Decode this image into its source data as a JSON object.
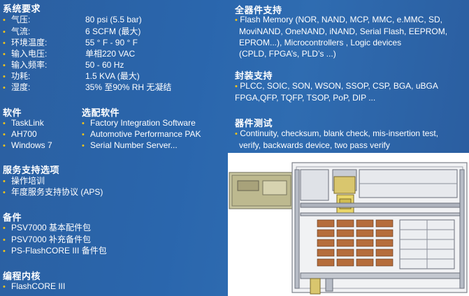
{
  "system": {
    "heading": "系统要求",
    "rows": [
      {
        "label": "气压:",
        "value": "80 psi (5.5 bar)"
      },
      {
        "label": "气流:",
        "value": "6 SCFM (最大)"
      },
      {
        "label": "环境温度:",
        "value": "55 ° F - 90 ° F"
      },
      {
        "label": "输入电压:",
        "value": "单相220 VAC"
      },
      {
        "label": "输入频率:",
        "value": "50 - 60 Hz"
      },
      {
        "label": "功耗:",
        "value": "1.5 KVA (最大)"
      },
      {
        "label": "湿度:",
        "value": "35% 至90% RH 无凝结"
      }
    ]
  },
  "software": {
    "heading": "软件",
    "items": [
      "TaskLink",
      "AH700",
      "Windows 7"
    ]
  },
  "optional_software": {
    "heading": "选配软件",
    "items": [
      "Factory Integration Software",
      "Automotive Performance PAK",
      "Serial Number Server..."
    ]
  },
  "service": {
    "heading": "服务支持选项",
    "items": [
      "操作培训",
      "年度服务支持协议 (APS)"
    ]
  },
  "spares": {
    "heading": "备件",
    "items": [
      "PSV7000 基本配件包",
      "PSV7000 补充备件包",
      "PS-FlashCORE III 备件包"
    ]
  },
  "programming_core": {
    "heading": "编程内核",
    "items": [
      "FlashCORE III"
    ]
  },
  "devices": {
    "heading": "全器件支持",
    "lines": [
      "Flash Memory (NOR, NAND, MCP, MMC, e.MMC, SD,",
      "MoviNAND, OneNAND, iNAND, Serial Flash, EEPROM,",
      "EPROM...), Microcontrollers , Logic devices",
      "(CPLD, FPGA’s, PLD’s ...)"
    ]
  },
  "packages": {
    "heading": "封装支持",
    "lines": [
      "PLCC, SOIC, SON, WSON, SSOP, CSP, BGA, uBGA",
      "FPGA,QFP, TQFP, TSOP, PoP, DIP ..."
    ]
  },
  "testing": {
    "heading": "器件测试",
    "lines": [
      "Continuity, checksum, blank check, mis-insertion test,",
      "verify, backwards device, two pass verify"
    ]
  },
  "colors": {
    "bullet": "#f5c518",
    "background": "#2a66ad"
  }
}
